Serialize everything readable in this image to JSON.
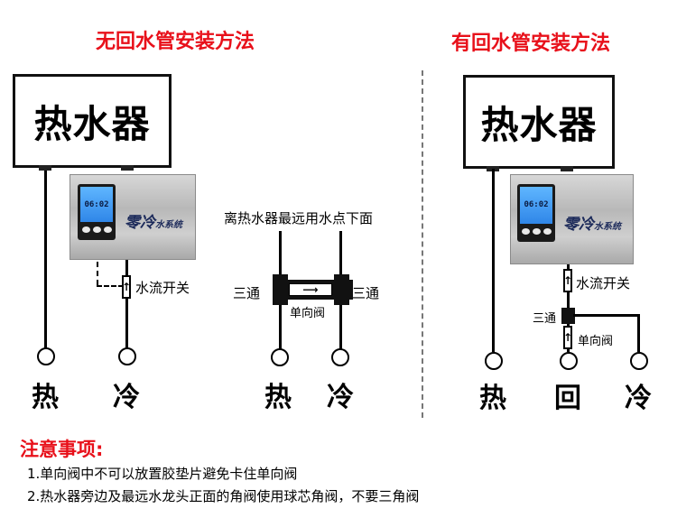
{
  "left": {
    "title": "无回水管安装方法",
    "heater_label": "热水器",
    "brand": "零冷",
    "brand_suffix": "水系统",
    "lcd_text": "06:02",
    "flow_switch_label": "水流开关",
    "hot_label": "热",
    "cold_label": "冷"
  },
  "middle": {
    "top_note": "离热水器最远用水点下面",
    "tee_left": "三通",
    "tee_right": "三通",
    "check_valve": "单向阀",
    "hot_label": "热",
    "cold_label": "冷"
  },
  "right": {
    "title": "有回水管安装方法",
    "heater_label": "热水器",
    "brand": "零冷",
    "brand_suffix": "水系统",
    "lcd_text": "06:02",
    "flow_switch_label": "水流开关",
    "tee_label": "三通",
    "check_valve": "单向阀",
    "hot_label": "热",
    "return_label": "回",
    "cold_label": "冷"
  },
  "notes": {
    "title": "注意事项:",
    "items": [
      "1.单向阀中不可以放置胶垫片避免卡住单向阀",
      "2.热水器旁边及最远水龙头正面的角阀使用球芯角阀，不要三角阀"
    ]
  }
}
